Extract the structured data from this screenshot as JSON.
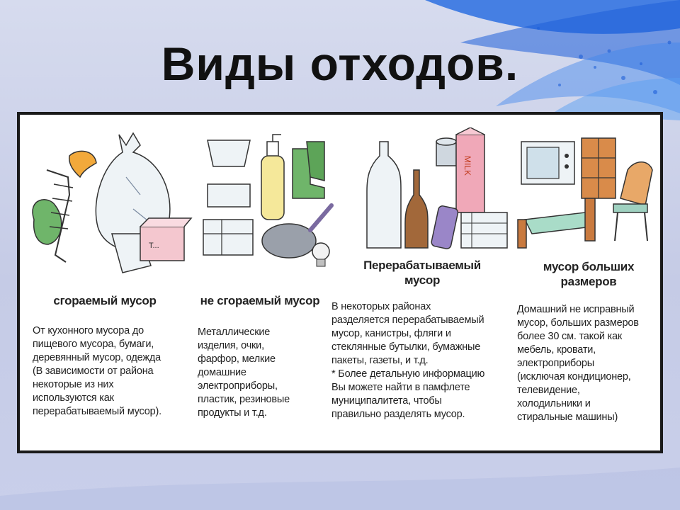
{
  "slide": {
    "title": "Виды отходов."
  },
  "colors": {
    "background": "#ccd2ea",
    "accent_blue": "#1e5fd8",
    "panel_border": "#1a1a1a"
  },
  "categories": [
    {
      "label": "сгораемый мусор",
      "description": "От кухонного мусора до\nпищевого мусора, бумаги,\nдеревянный мусор, одежда\n(В зависимости от района\nнекоторые из них\nиспользуются как\nперерабатываемый мусор)."
    },
    {
      "label": "не сгораемый мусор",
      "description": "Металлические\nизделия, очки,\nфарфор, мелкие\nдомашние\nэлектроприборы,\nпластик, резиновые\nпродукты и т.д."
    },
    {
      "label": "Перерабатываемый\nмусор",
      "description": "В некоторых районах\nразделяется перерабатываемый\nмусор, канистры, фляги и\nстеклянные бутылки, бумажные\nпакеты, газеты, и т.д.\n* Более детальную информацию\nВы можете найти в памфлете\nмуниципалитета, чтобы\nправильно разделять мусор."
    },
    {
      "label": "мусор больших\nразмеров",
      "description": "Домашний не исправный\nмусор, больших размеров\nболее 30 см. такой как\nмебель, кровати,\nэлектроприборы\n(исключая кондиционер,\nтелевидение,\nхолодильники и\nстиральные машины)"
    }
  ],
  "illustration_texts": {
    "box_label": "T...",
    "carton_label": "MILK"
  }
}
